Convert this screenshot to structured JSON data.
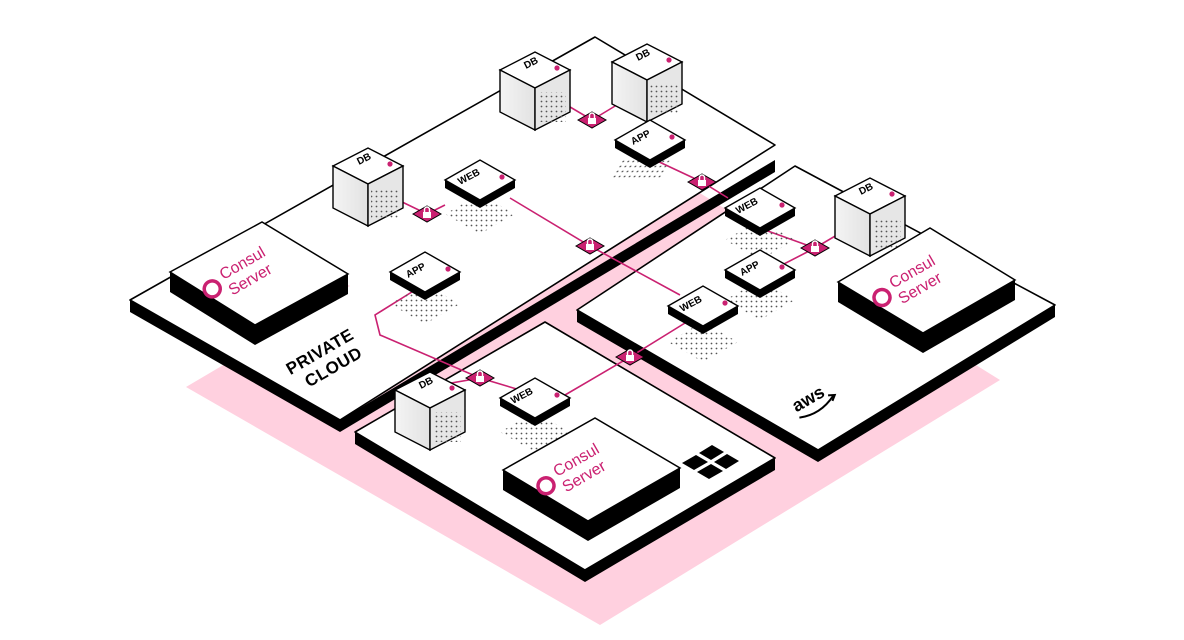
{
  "colors": {
    "accent": "#ca2171",
    "shadow": "#ffd0df",
    "outline": "#000000",
    "surface": "#ffffff"
  },
  "regions": {
    "private_cloud": {
      "line1": "PRIVATE",
      "line2": "CLOUD"
    },
    "aws": {
      "logo_text": "aws",
      "logo_icon": "aws-logo-icon"
    },
    "azure": {
      "logo_icon": "windows-logo-icon"
    }
  },
  "consul_servers": [
    {
      "line1": "Consul",
      "line2": "Server",
      "icon": "consul-logo-icon"
    },
    {
      "line1": "Consul",
      "line2": "Server",
      "icon": "consul-logo-icon"
    },
    {
      "line1": "Consul",
      "line2": "Server",
      "icon": "consul-logo-icon"
    }
  ],
  "nodes": {
    "pc_db_1": "DB",
    "pc_db_2": "DB",
    "pc_db_3": "DB",
    "pc_app_1": "APP",
    "pc_app_2": "APP",
    "pc_web_1": "WEB",
    "aws_db": "DB",
    "aws_web_1": "WEB",
    "aws_web_2": "WEB",
    "aws_app": "APP",
    "az_db": "DB",
    "az_web": "WEB"
  },
  "connection_icon": "lock-icon"
}
